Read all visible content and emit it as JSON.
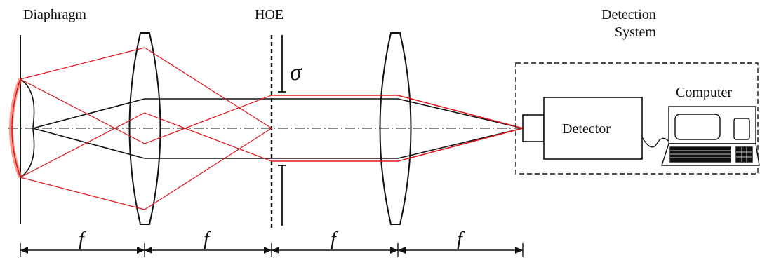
{
  "labels": {
    "diaphragm": "Diaphragm",
    "hoe": "HOE",
    "detection_line1": "Detection",
    "detection_line2": "System",
    "computer": "Computer",
    "detector": "Detector",
    "sigma": "σ"
  },
  "dimensions": {
    "segments": [
      "f",
      "f",
      "f",
      "f"
    ]
  },
  "colors": {
    "black_rays": "#111111",
    "red_rays": "#e0161b",
    "membrane_highlight": "#f07a6a"
  }
}
